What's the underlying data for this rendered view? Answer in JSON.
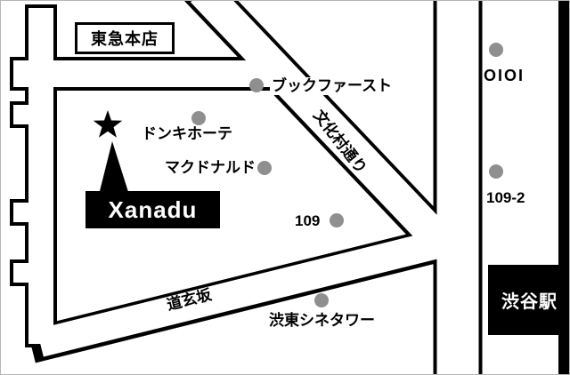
{
  "map": {
    "title_hint": "hand-drawn access map",
    "colors": {
      "road_outline": "#000000",
      "road_fill": "#ffffff",
      "landmark_dot": "#8f8f8f",
      "highlight_box_bg": "#000000",
      "highlight_box_text": "#ffffff"
    },
    "labels": {
      "tokyu_honten": "東急本店",
      "book_first": "ブックファースト",
      "donki": "ドンキホーテ",
      "mcdonalds": "マクドナルド",
      "bunkamura_dori": "文化村通り",
      "xanadu": "Xanadu",
      "ichimarukyu": "109",
      "marui": "OIOI",
      "ichimarukyu_2": "109-2",
      "shibuya_station": "渋谷駅",
      "dogenzaka": "道玄坂",
      "cine_tower": "渋東シネタワー"
    }
  }
}
